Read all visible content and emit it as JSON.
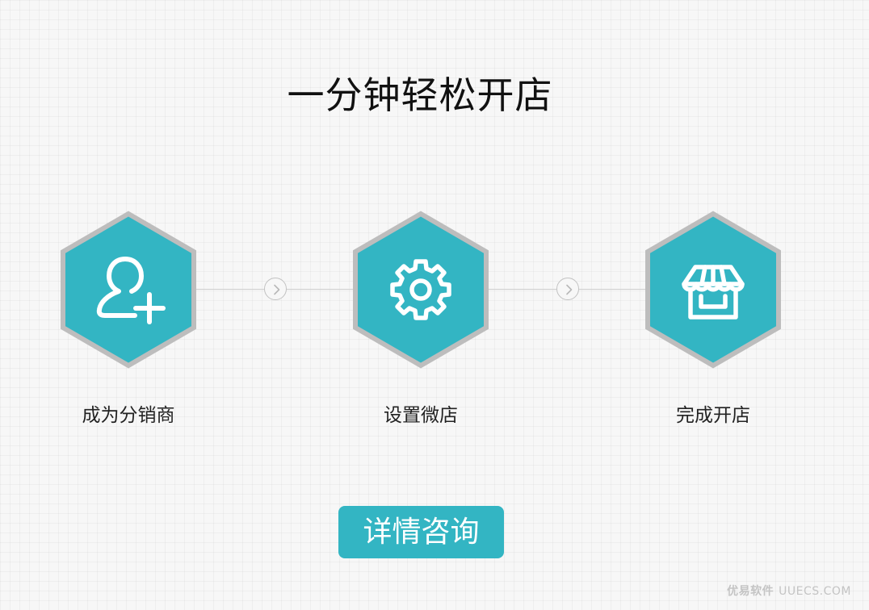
{
  "page": {
    "title": "一分钟轻松开店",
    "consult_button_label": "详情咨询"
  },
  "steps": [
    {
      "label": "成为分销商",
      "icon": "add-user-icon"
    },
    {
      "label": "设置微店",
      "icon": "gear-icon"
    },
    {
      "label": "完成开店",
      "icon": "store-icon"
    }
  ],
  "connectors": [
    {
      "icon": "chevron-right-icon"
    },
    {
      "icon": "chevron-right-icon"
    }
  ],
  "watermark": {
    "brand": "优易软件",
    "domain": "UUECS.COM"
  },
  "colors": {
    "accent": "#33b5c3",
    "hex_border": "#bdbdbd",
    "connector": "#cfcfcf",
    "title_text": "#111111",
    "label_text": "#222222",
    "watermark_text": "#c4c4c4"
  }
}
